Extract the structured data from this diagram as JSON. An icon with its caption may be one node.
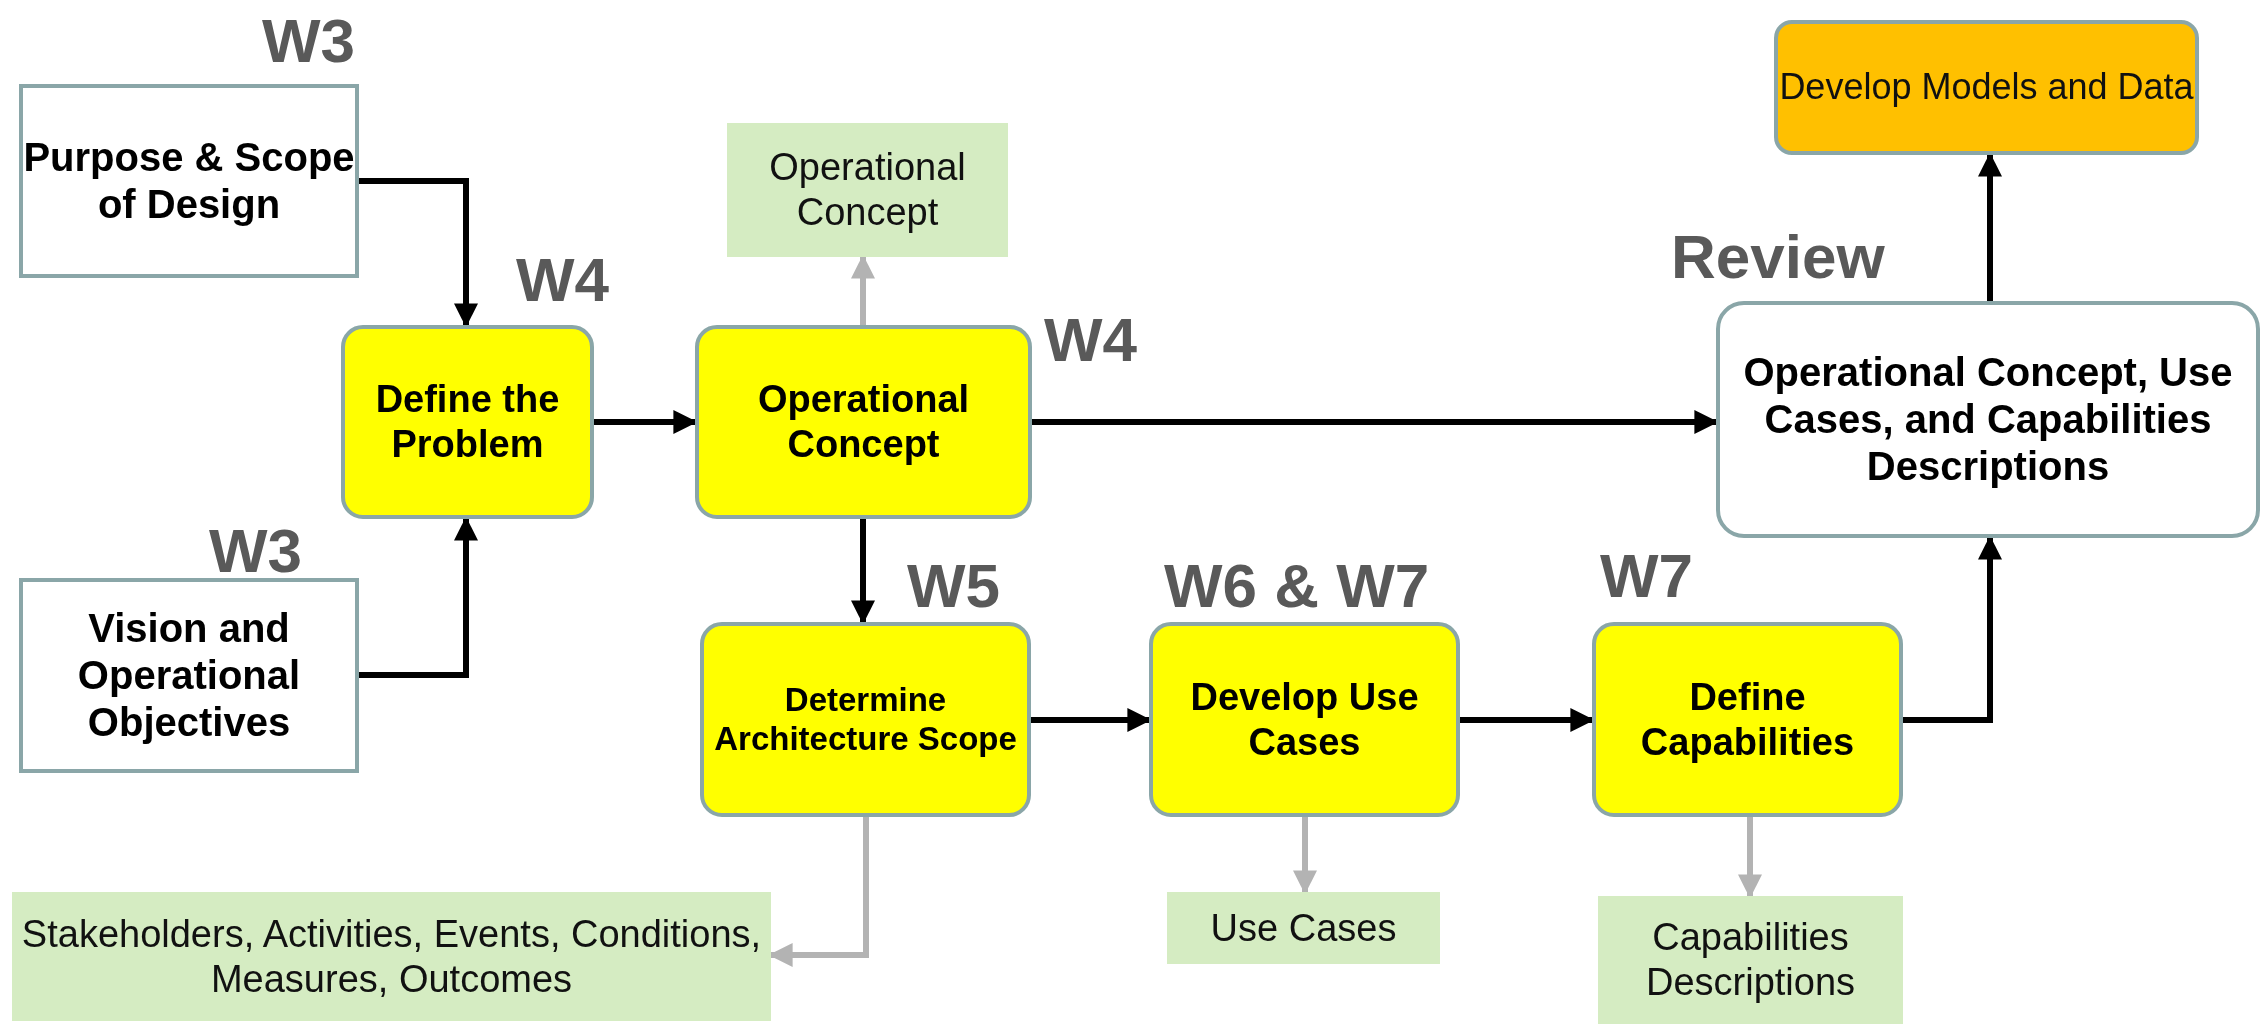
{
  "diagram": {
    "nodes": [
      {
        "text": [
          "Purpose & Scope of Design"
        ],
        "beside": [
          "W3"
        ]
      },
      {
        "text": [
          "Vision and Operational Objectives"
        ],
        "beside": [
          "W3"
        ]
      },
      {
        "text": [
          "Define the Problem"
        ],
        "beside": [
          "W4"
        ]
      },
      {
        "text": [
          "Operational Concept"
        ],
        "beside": [
          "W4"
        ]
      },
      {
        "text": [
          "Operational Concept"
        ]
      },
      {
        "text": [
          "Determine Architecture Scope"
        ],
        "beside": [
          "W5"
        ]
      },
      {
        "text": [
          "Stakeholders, Activities, Events, Conditions, Measures, Outcomes"
        ]
      },
      {
        "text": [
          "Develop Use Cases"
        ],
        "beside": [
          "W6 & W7"
        ]
      },
      {
        "text": [
          "Use Cases"
        ]
      },
      {
        "text": [
          "Define Capabilities"
        ],
        "beside": [
          "W7"
        ]
      },
      {
        "text": [
          "Capabilities Descriptions"
        ]
      },
      {
        "text": [
          "Operational Concept, Use Cases, and Capabilities Descriptions"
        ],
        "beside": [
          "Review"
        ]
      },
      {
        "text": [
          "Develop Models and Data"
        ]
      }
    ],
    "edges": [
      {
        "from": 0,
        "to": 2,
        "arrow": "to"
      },
      {
        "from": 1,
        "to": 2,
        "arrow": "to"
      },
      {
        "from": 2,
        "to": 3,
        "arrow": "to"
      },
      {
        "from": 3,
        "to": 4,
        "arrow": "to",
        "color": "#b3b3b3"
      },
      {
        "from": 3,
        "to": 11,
        "arrow": "to"
      },
      {
        "from": 3,
        "to": 5,
        "arrow": "to"
      },
      {
        "from": 5,
        "to": 6,
        "arrow": "to",
        "color": "#b3b3b3"
      },
      {
        "from": 5,
        "to": 7,
        "arrow": "to"
      },
      {
        "from": 7,
        "to": 8,
        "arrow": "to",
        "color": "#b3b3b3"
      },
      {
        "from": 7,
        "to": 9,
        "arrow": "to"
      },
      {
        "from": 9,
        "to": 10,
        "arrow": "to",
        "color": "#b3b3b3"
      },
      {
        "from": 9,
        "to": 11,
        "arrow": "to"
      },
      {
        "from": 11,
        "to": 12,
        "arrow": "to"
      }
    ]
  }
}
